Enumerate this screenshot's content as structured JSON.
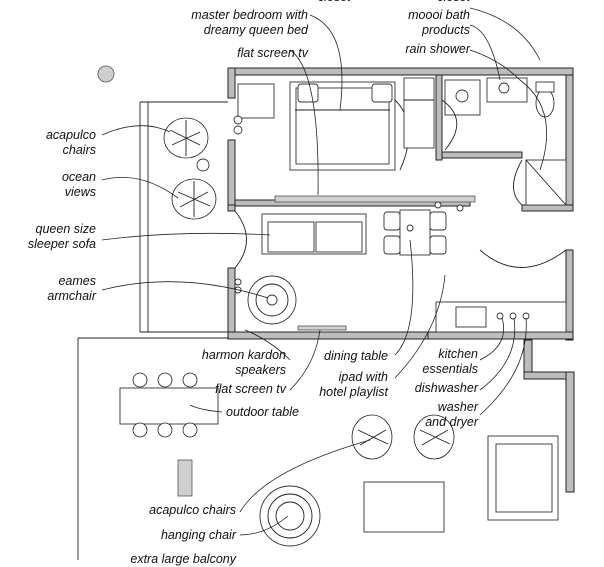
{
  "labels": {
    "closet_top": "closet",
    "master_bedroom_1": "master bedroom with",
    "master_bedroom_2": "dreamy queen bed",
    "flat_tv_top": "flat screen tv",
    "closet_right": "closet",
    "mooi_1": "moooi bath",
    "mooi_2": "products",
    "rain_shower": "rain shower",
    "acapulco_1": "acapulco",
    "acapulco_2": "chairs",
    "ocean_1": "ocean",
    "ocean_2": "views",
    "queen_1": "queen size",
    "queen_2": "sleeper sofa",
    "eames_1": "eames",
    "eames_2": "armchair",
    "harmon_1": "harmon kardon",
    "harmon_2": "speakers",
    "flat_tv_bottom": "flat screen tv",
    "dining_table": "dining table",
    "ipad_1": "ipad with",
    "ipad_2": "hotel playlist",
    "kitchen_1": "kitchen",
    "kitchen_2": "essentials",
    "dishwasher": "dishwasher",
    "washer_1": "washer",
    "washer_2": "and dryer",
    "outdoor_table": "outdoor table",
    "acapulco_bottom": "acapulco chairs",
    "hanging_chair": "hanging chair",
    "balcony": "extra large balcony"
  }
}
